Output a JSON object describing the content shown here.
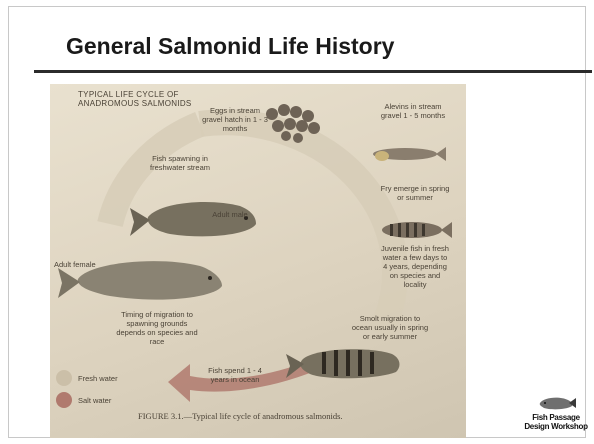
{
  "slide": {
    "title": "General Salmonid Life History"
  },
  "figure": {
    "heading": "TYPICAL LIFE CYCLE OF ANADROMOUS SALMONIDS",
    "stages": {
      "eggs": "Eggs in stream gravel hatch in 1 - 3 months",
      "alevins": "Alevins in stream gravel 1 - 5 months",
      "fry": "Fry emerge in spring or summer",
      "juvenile": "Juvenile fish in fresh water a few days to 4 years, depending on species and locality",
      "smolt": "Smolt migration to ocean usually in spring or early summer",
      "ocean": "Fish spend 1 - 4 years in ocean",
      "timing": "Timing of migration to spawning grounds depends on species and race",
      "spawning": "Fish spawning in freshwater stream"
    },
    "fish_labels": {
      "male": "Adult male",
      "female": "Adult female"
    },
    "legend": {
      "fresh": "Fresh water",
      "salt": "Salt water",
      "fresh_color": "#cbbfa8",
      "salt_color": "#b07a6e"
    },
    "caption": "FIGURE 3.1.—Typical life cycle of anadromous salmonids."
  },
  "logo": {
    "text": "Fish Passage Design Workshop",
    "icon": "salmon-icon"
  }
}
